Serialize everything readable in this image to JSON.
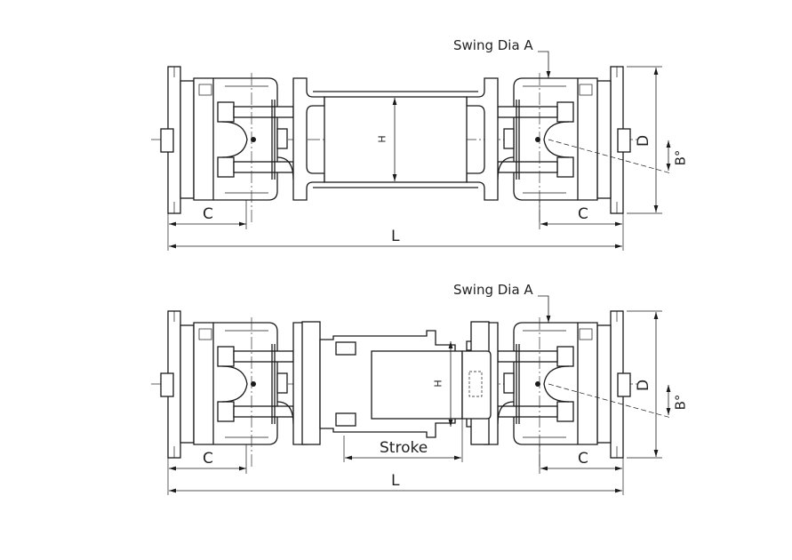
{
  "top_view": {
    "swing_label": "Swing Dia A",
    "dim_c_left": "C",
    "dim_c_right": "C",
    "dim_l": "L",
    "dim_d": "D",
    "dim_b": "B°",
    "dim_h": "H"
  },
  "bottom_view": {
    "swing_label": "Swing Dia A",
    "dim_c_left": "C",
    "dim_c_right": "C",
    "dim_l": "L",
    "dim_d": "D",
    "dim_b": "B°",
    "dim_h": "H",
    "dim_stroke": "Stroke"
  }
}
